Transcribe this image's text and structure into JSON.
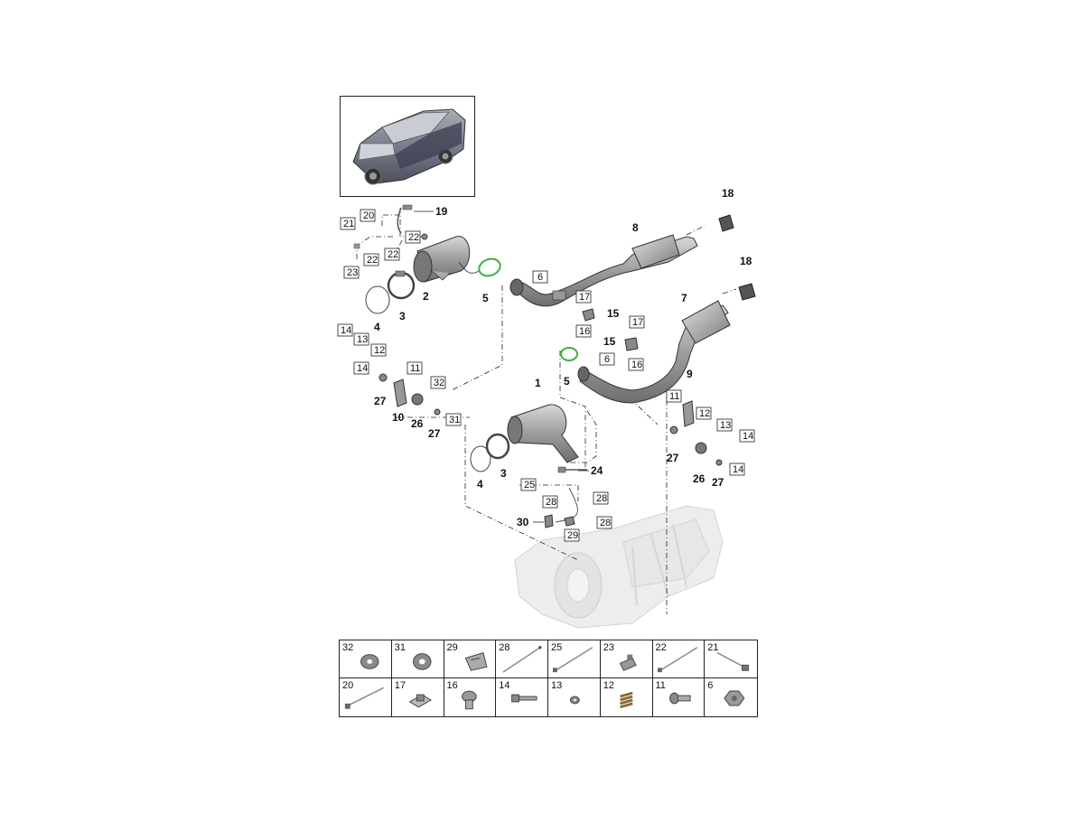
{
  "callouts_bold": [
    "19",
    "18",
    "8",
    "18",
    "7",
    "2",
    "3",
    "4",
    "5",
    "5",
    "15",
    "15",
    "9",
    "1",
    "10",
    "26",
    "27",
    "27",
    "24",
    "3",
    "4",
    "27",
    "26",
    "27",
    "30"
  ],
  "callouts_boxed": [
    "20",
    "21",
    "22",
    "22",
    "23",
    "6",
    "17",
    "16",
    "17",
    "16",
    "6",
    "14",
    "13",
    "12",
    "14",
    "11",
    "32",
    "11",
    "12",
    "13",
    "14",
    "31",
    "14",
    "25",
    "28",
    "28",
    "28",
    "29"
  ],
  "parts_table": [
    {
      "num": "32",
      "icon": "washer-icon"
    },
    {
      "num": "31",
      "icon": "washer-icon"
    },
    {
      "num": "29",
      "icon": "clip-icon"
    },
    {
      "num": "28",
      "icon": "cable-tie-icon"
    },
    {
      "num": "25",
      "icon": "sensor-cable-icon"
    },
    {
      "num": "23",
      "icon": "bracket-icon"
    },
    {
      "num": "22",
      "icon": "sensor-cable-icon"
    },
    {
      "num": "21",
      "icon": "connector-cable-icon"
    },
    {
      "num": "20",
      "icon": "sensor-cable-icon"
    },
    {
      "num": "17",
      "icon": "nut-plate-icon"
    },
    {
      "num": "16",
      "icon": "flange-bolt-icon"
    },
    {
      "num": "14",
      "icon": "bolt-icon"
    },
    {
      "num": "13",
      "icon": "small-washer-icon"
    },
    {
      "num": "12",
      "icon": "spring-icon"
    },
    {
      "num": "11",
      "icon": "screw-icon"
    },
    {
      "num": "6",
      "icon": "hex-nut-icon"
    }
  ],
  "colors": {
    "gasket_highlight": "#3cb043",
    "line": "#222222",
    "part": "#9a9a9a",
    "ghost": "#e6e6e6"
  }
}
